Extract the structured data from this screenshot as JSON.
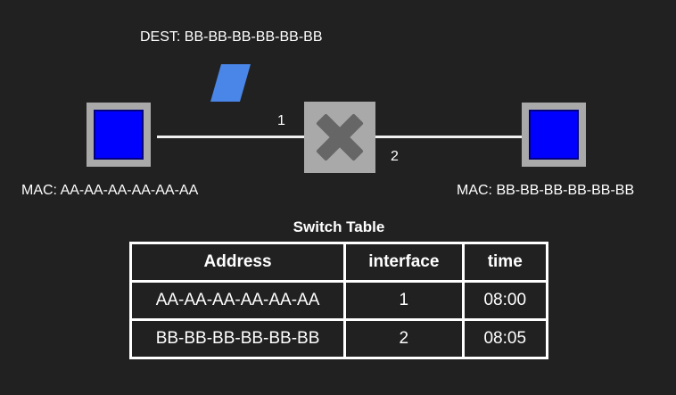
{
  "packet": {
    "dest_label": "DEST: BB-BB-BB-BB-BB-BB",
    "color": "#4a86e8"
  },
  "host_a": {
    "mac_label": "MAC: AA-AA-AA-AA-AA-AA"
  },
  "host_b": {
    "mac_label": "MAC: BB-BB-BB-BB-BB-BB"
  },
  "switch": {
    "icon": "x-icon",
    "port_1": "1",
    "port_2": "2"
  },
  "colors": {
    "background": "#212121",
    "host_fill": "#0000ff",
    "device_frame": "#a9a9a9",
    "switch_icon": "#666666"
  },
  "table": {
    "title": "Switch Table",
    "headers": [
      "Address",
      "interface",
      "time"
    ],
    "rows": [
      [
        "AA-AA-AA-AA-AA-AA",
        "1",
        "08:00"
      ],
      [
        "BB-BB-BB-BB-BB-BB",
        "2",
        "08:05"
      ]
    ]
  }
}
